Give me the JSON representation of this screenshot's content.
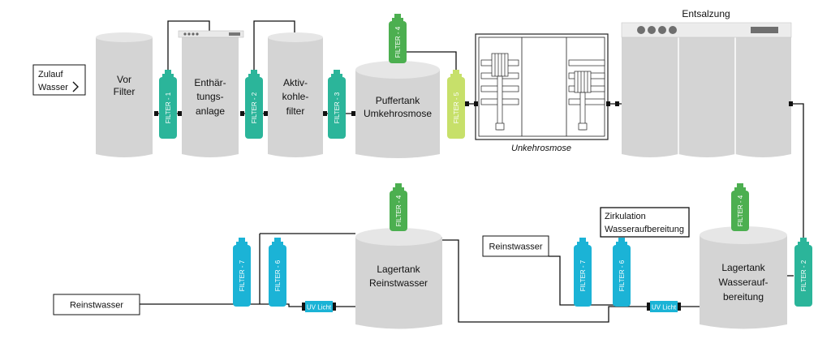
{
  "colors": {
    "tank": "#d4d4d4",
    "tank_top": "#e6e6e6",
    "filter_teal": "#2bb59a",
    "filter_green": "#4caf50",
    "filter_lime": "#c7e06a",
    "filter_cyan": "#1bb3d6",
    "uv": "#1bb3d6",
    "line": "#111111"
  },
  "inlet": {
    "line1": "Zulauf",
    "line2": "Wasser"
  },
  "tanks": {
    "vorfilter": {
      "line1": "Vor",
      "line2": "Filter"
    },
    "enthaertung": {
      "line1": "Enthär-",
      "line2": "tungs-",
      "line3": "anlage"
    },
    "aktivkohle": {
      "line1": "Aktiv-",
      "line2": "kohle-",
      "line3": "filter"
    },
    "puffertank": {
      "line1": "Puffertank",
      "line2": "Umkehrosmose"
    },
    "lagertank_rein": {
      "line1": "Lagertank",
      "line2": "Reinstwasser"
    },
    "lagertank_wasser": {
      "line1": "Lagertank",
      "line2": "Wasserauf-",
      "line3": "bereitung"
    }
  },
  "labels": {
    "entsalzung": "Entsalzung",
    "umkehrosmose": "Unkehrosmose",
    "reinstwasser_left": "Reinstwasser",
    "reinstwasser_right": "Reinstwasser",
    "zirkulation_line1": "Zirkulation",
    "zirkulation_line2": "Wasseraufbereitung"
  },
  "filters": {
    "f1": "FILTER - 1",
    "f2a": "FILTER - 2",
    "f3": "FILTER - 3",
    "f4a": "FILTER - 4",
    "f5": "FILTER - 5",
    "f4b": "FILTER - 4",
    "f4c": "FILTER - 4",
    "f7a": "FILTER - 7",
    "f6a": "FILTER - 6",
    "f7b": "FILTER - 7",
    "f6b": "FILTER - 6",
    "f2b": "FILTER - 2"
  },
  "uv": {
    "left": "UV Licht",
    "right": "UV Licht"
  }
}
